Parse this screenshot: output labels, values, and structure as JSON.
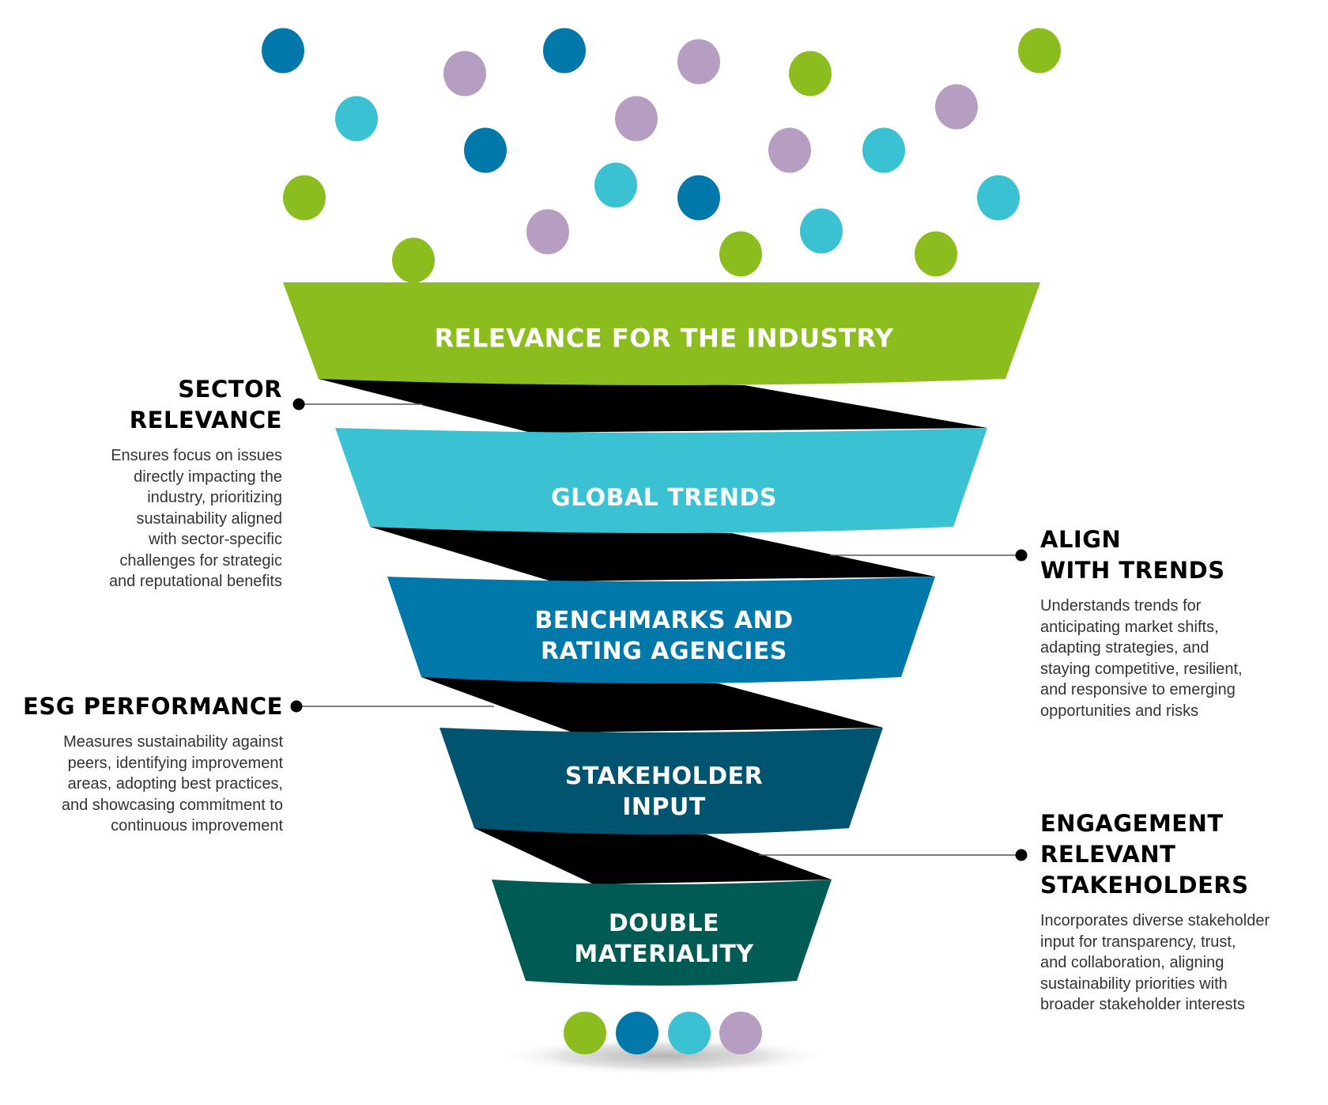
{
  "palette": {
    "green": "#8cbd1f",
    "cyan": "#3ac2d3",
    "blue": "#0078aa",
    "dark_teal": "#00546f",
    "deep_green": "#005b55",
    "lavender": "#b69ec3",
    "connector": "#000000",
    "leader_line": "#555555"
  },
  "funnel": {
    "bands": [
      {
        "id": "relevance",
        "lines": [
          "RELEVANCE FOR THE INDUSTRY"
        ],
        "color": "#8cbd1f"
      },
      {
        "id": "global-trends",
        "lines": [
          "GLOBAL TRENDS"
        ],
        "color": "#3ac2d3"
      },
      {
        "id": "benchmarks",
        "lines": [
          "BENCHMARKS AND",
          "RATING AGENCIES"
        ],
        "color": "#0078aa"
      },
      {
        "id": "stakeholder-input",
        "lines": [
          "STAKEHOLDER",
          "INPUT"
        ],
        "color": "#00546f"
      },
      {
        "id": "double-materiality",
        "lines": [
          "DOUBLE",
          "MATERIALITY"
        ],
        "color": "#005b55"
      }
    ]
  },
  "callouts": {
    "sector": {
      "title_lines": [
        "SECTOR",
        "RELEVANCE"
      ],
      "description": "Ensures focus on issues\ndirectly impacting the \nindustry, prioritizing \nsustainability aligned\nwith sector-specific\nchallenges for strategic\nand reputational benefits "
    },
    "align": {
      "title_lines": [
        "ALIGN",
        "WITH TRENDS"
      ],
      "description": "Understands trends for\nanticipating market shifts,\nadapting strategies, and\nstaying competitive, resilient,\nand responsive to emerging\nopportunities and risks"
    },
    "esg": {
      "title_lines": [
        "ESG PERFORMANCE"
      ],
      "description": "Measures sustainability against\npeers, identifying improvement\nareas, adopting best practices,\nand showcasing commitment to\ncontinuous improvement"
    },
    "engagement": {
      "title_lines": [
        "ENGAGEMENT",
        "RELEVANT",
        "STAKEHOLDERS"
      ],
      "description": "Incorporates diverse stakeholder\ninput for transparency, trust,\nand collaboration, aligning\nsustainability priorities with\nbroader stakeholder interests"
    }
  },
  "input_dots": [
    "blue",
    "lavender",
    "blue",
    "cyan",
    "blue",
    "lavender",
    "cyan",
    "green",
    "green",
    "lavender",
    "lavender",
    "green",
    "green",
    "lavender",
    "lavender",
    "cyan",
    "blue",
    "cyan",
    "green",
    "cyan",
    "green"
  ],
  "output_dots": [
    "green",
    "blue",
    "cyan",
    "lavender"
  ]
}
